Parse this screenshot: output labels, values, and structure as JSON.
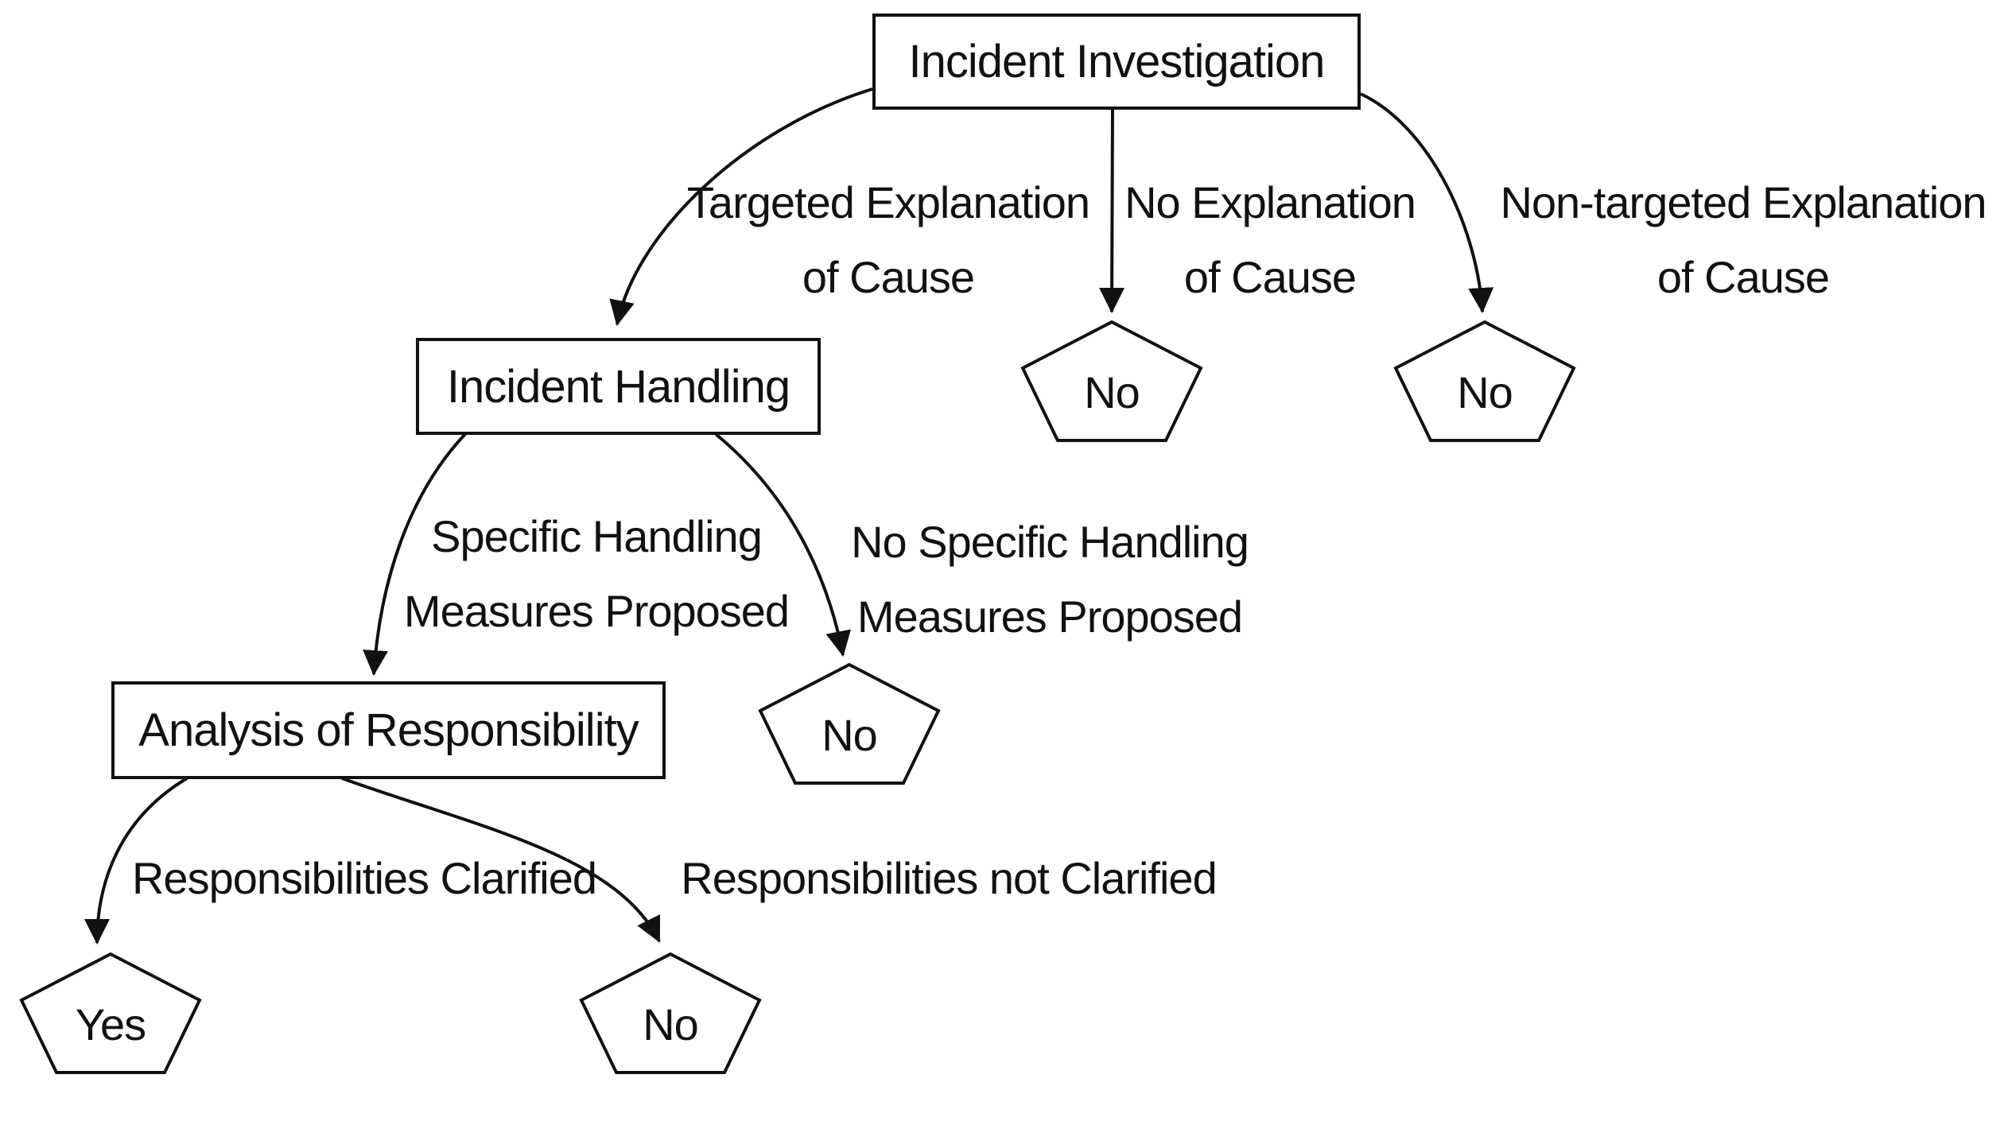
{
  "diagram": {
    "kind": "decision-tree",
    "nodes": [
      {
        "id": "incident-investigation",
        "shape": "rect",
        "label": "Incident Investigation"
      },
      {
        "id": "incident-handling",
        "shape": "rect",
        "label": "Incident Handling"
      },
      {
        "id": "analysis-of-responsibility",
        "shape": "rect",
        "label": "Analysis of Responsibility"
      },
      {
        "id": "terminal-no-explanation",
        "shape": "pentagon",
        "label": "No"
      },
      {
        "id": "terminal-non-targeted",
        "shape": "pentagon",
        "label": "No"
      },
      {
        "id": "terminal-no-specific-measures",
        "shape": "pentagon",
        "label": "No"
      },
      {
        "id": "terminal-responsibilities-clarified",
        "shape": "pentagon",
        "label": "Yes"
      },
      {
        "id": "terminal-responsibilities-not-clarified",
        "shape": "pentagon",
        "label": "No"
      }
    ],
    "edge_labels": [
      {
        "line1": "Targeted Explanation",
        "line2": "of Cause"
      },
      {
        "line1": "No Explanation",
        "line2": "of Cause"
      },
      {
        "line1": "Non-targeted Explanation",
        "line2": "of Cause"
      },
      {
        "line1": "Specific Handling",
        "line2": "Measures Proposed"
      },
      {
        "line1": "No Specific Handling",
        "line2": "Measures Proposed"
      },
      {
        "line1": "Responsibilities Clarified",
        "line2": ""
      },
      {
        "line1": "Responsibilities not Clarified",
        "line2": ""
      }
    ],
    "colors": {
      "background": "#ffffff",
      "stroke": "#111111",
      "text": "#111111",
      "node_fill": "#ffffff"
    }
  }
}
